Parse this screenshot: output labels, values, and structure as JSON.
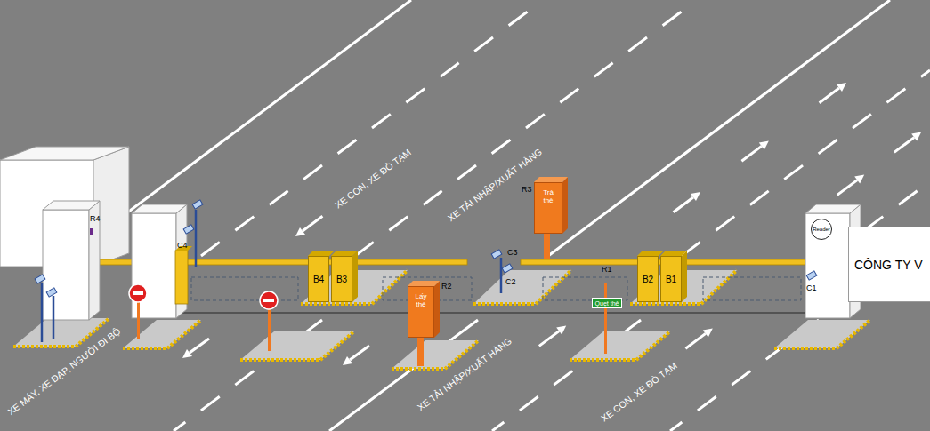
{
  "diagram": {
    "nodes": [
      {
        "text": [
          "B4"
        ]
      },
      {
        "text": [
          "B3"
        ]
      },
      {
        "text": [
          "Trả thẻ"
        ]
      },
      {
        "text": [
          "Lấy thẻ"
        ]
      },
      {
        "text": [
          "Quẹt thẻ"
        ]
      },
      {
        "text": [
          "B2"
        ]
      },
      {
        "text": [
          "B1"
        ]
      },
      {
        "text": [
          "Reader"
        ]
      },
      {
        "text": [
          "CÔNG TY V"
        ]
      }
    ],
    "labels": [
      "XE CON, XE ĐÒ TẠM",
      "XE TẢI NHẬP/XUẤT HÀNG",
      "R4",
      "C4",
      "R3",
      "C3",
      "R2",
      "C2",
      "R1",
      "C1",
      "XE MÁY, XE ĐẠP, NGƯỜI ĐI BỘ",
      "XE TẢI NHẬP/XUẤT HÀNG",
      "XE CON, XE ĐÒ TẠM"
    ]
  }
}
